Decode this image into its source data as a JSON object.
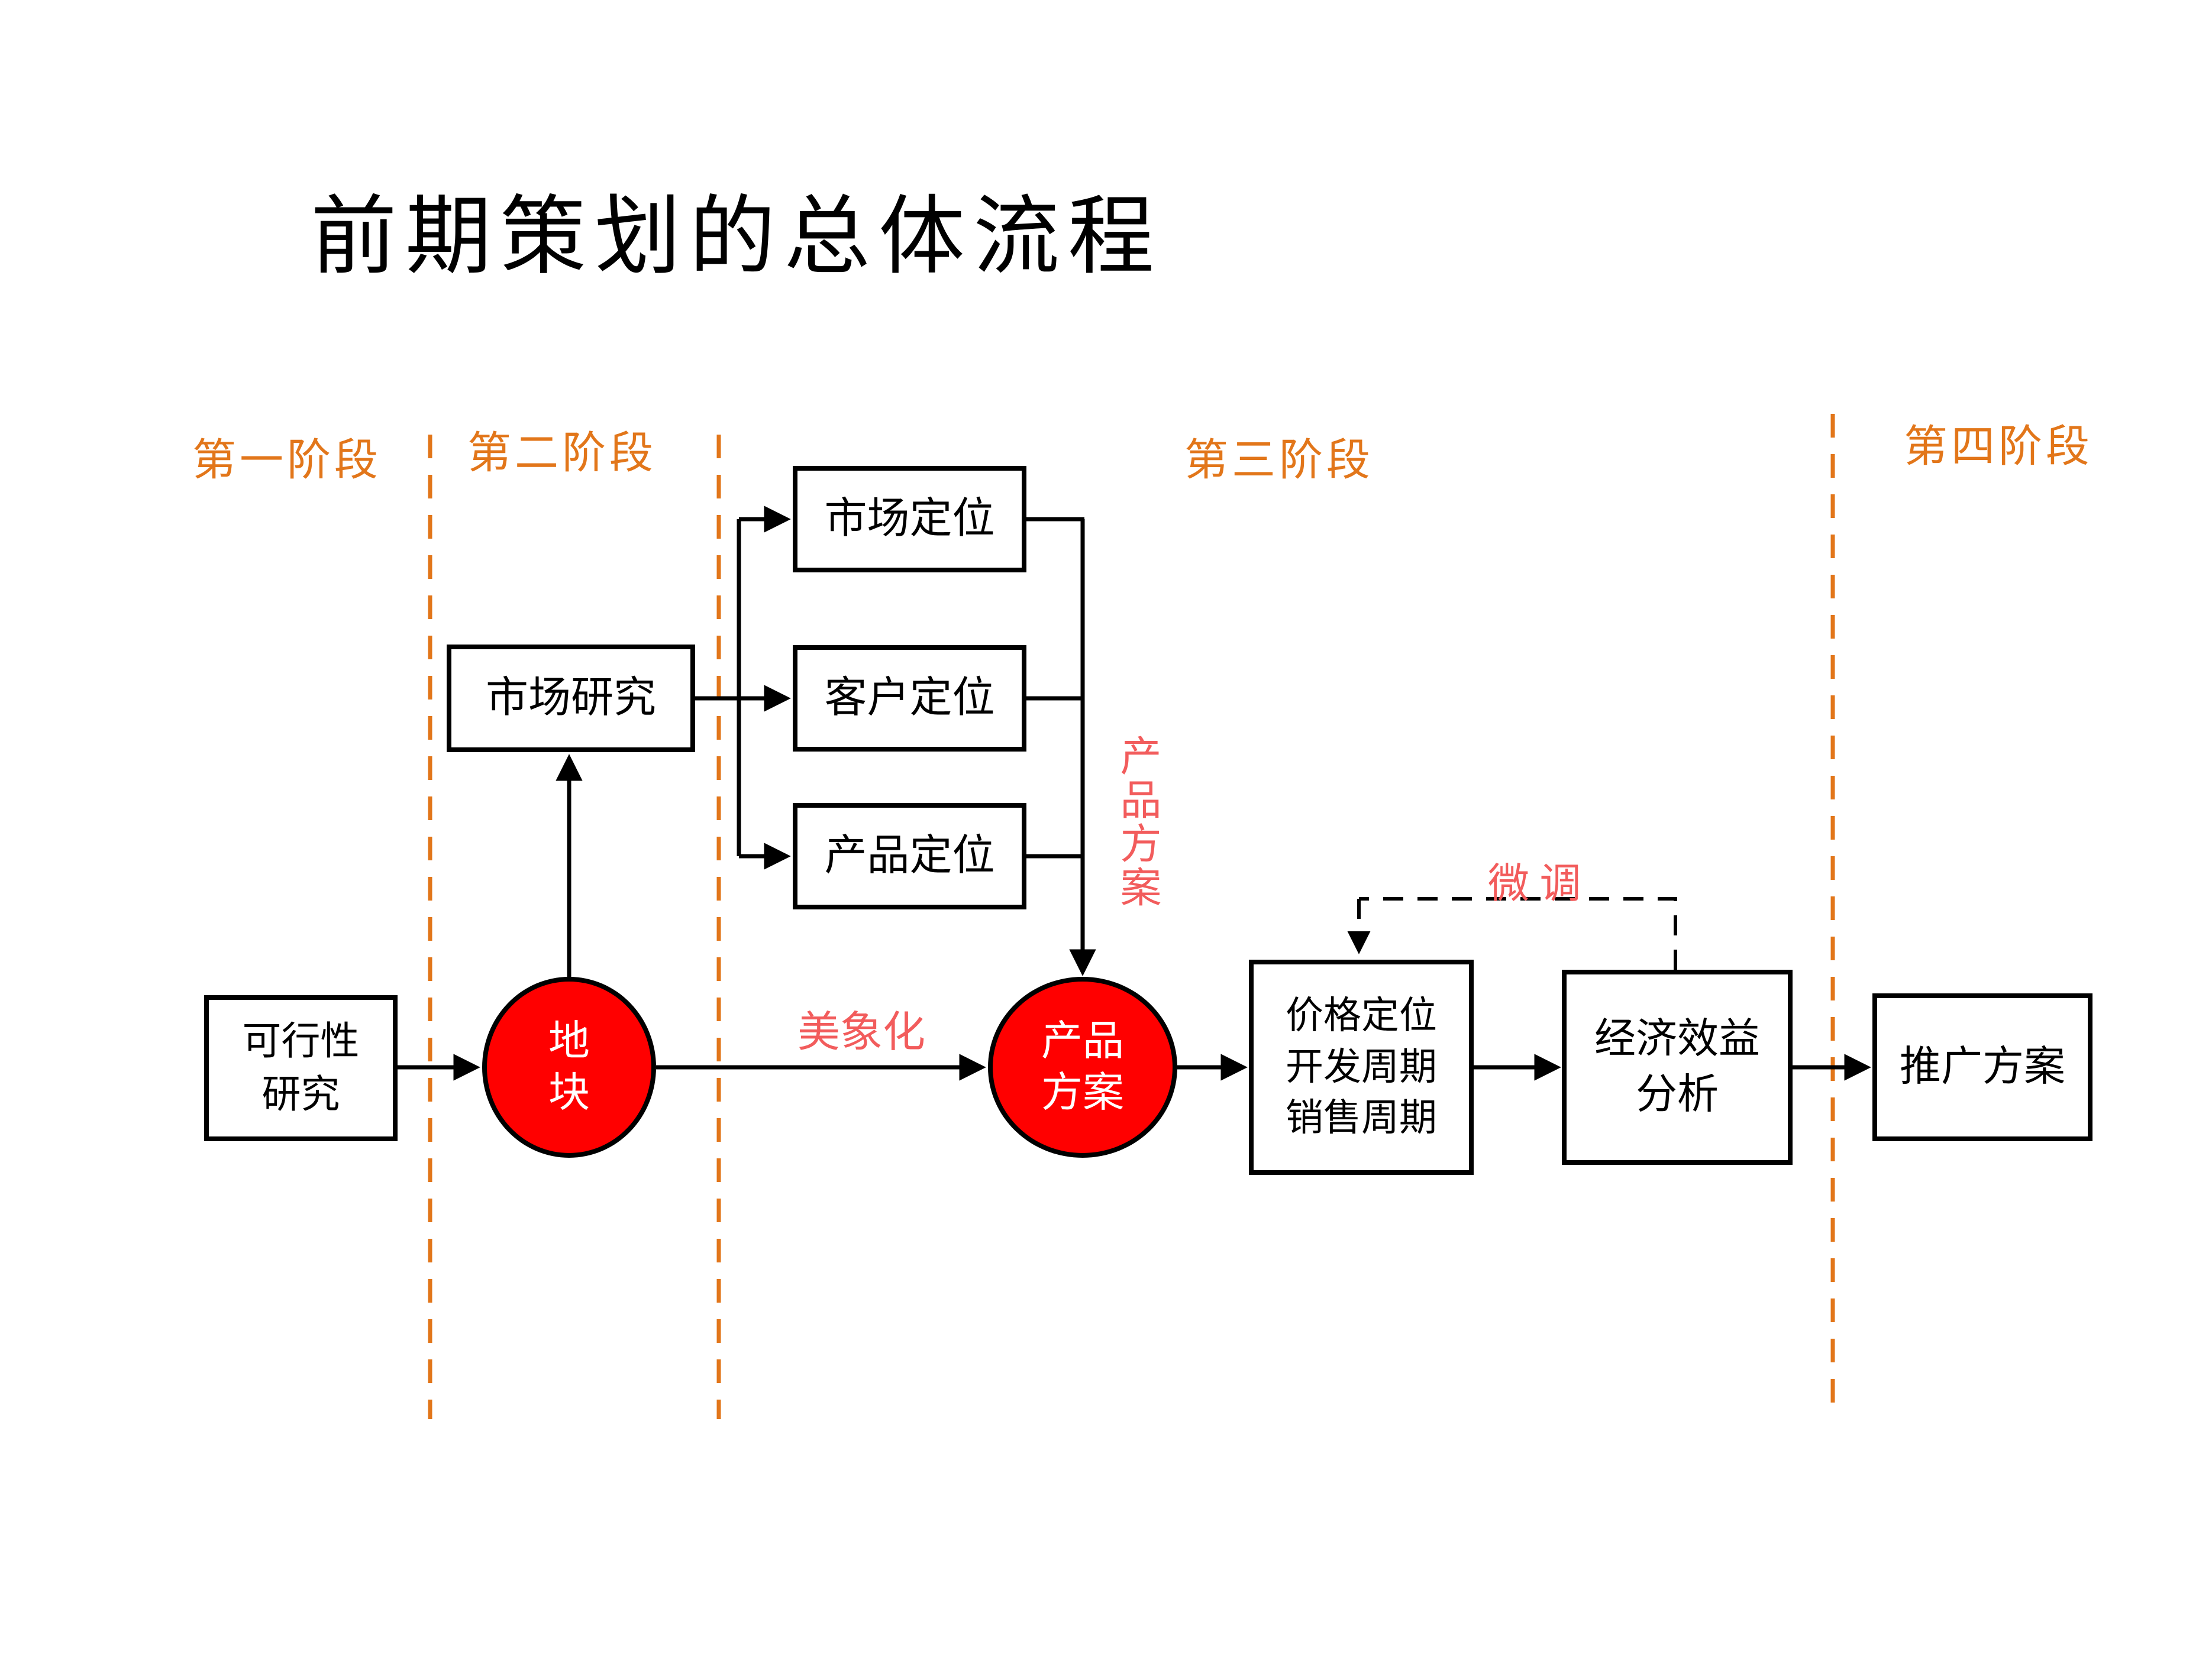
{
  "title": {
    "text": "前期策划的总体流程"
  },
  "colors": {
    "orange": "#E2761A",
    "salmon": "#F25C5C",
    "node_red": "#FF0000",
    "line_black": "#000000"
  },
  "phases": [
    {
      "label": "第一阶段"
    },
    {
      "label": "第二阶段"
    },
    {
      "label": "第三阶段"
    },
    {
      "label": "第四阶段"
    }
  ],
  "nodes": {
    "feasibility": {
      "line1": "可行性",
      "line2": "研究"
    },
    "land_parcel": {
      "line1": "地",
      "line2": "块"
    },
    "market_research": {
      "label": "市场研究"
    },
    "market_positioning": {
      "label": "市场定位"
    },
    "customer_positioning": {
      "label": "客户定位"
    },
    "product_positioning": {
      "label": "产品定位"
    },
    "product_plan": {
      "line1": "产品",
      "line2": "方案"
    },
    "pricing": {
      "line1": "价格定位",
      "line2": "开发周期",
      "line3": "销售周期"
    },
    "economic_benefit": {
      "line1": "经济效益",
      "line2": "分析"
    },
    "promotion": {
      "label": "推广方案"
    }
  },
  "annotations": {
    "product_plan_label": "产品方案",
    "beautification": "美象化",
    "fine_tuning": "微 调"
  }
}
